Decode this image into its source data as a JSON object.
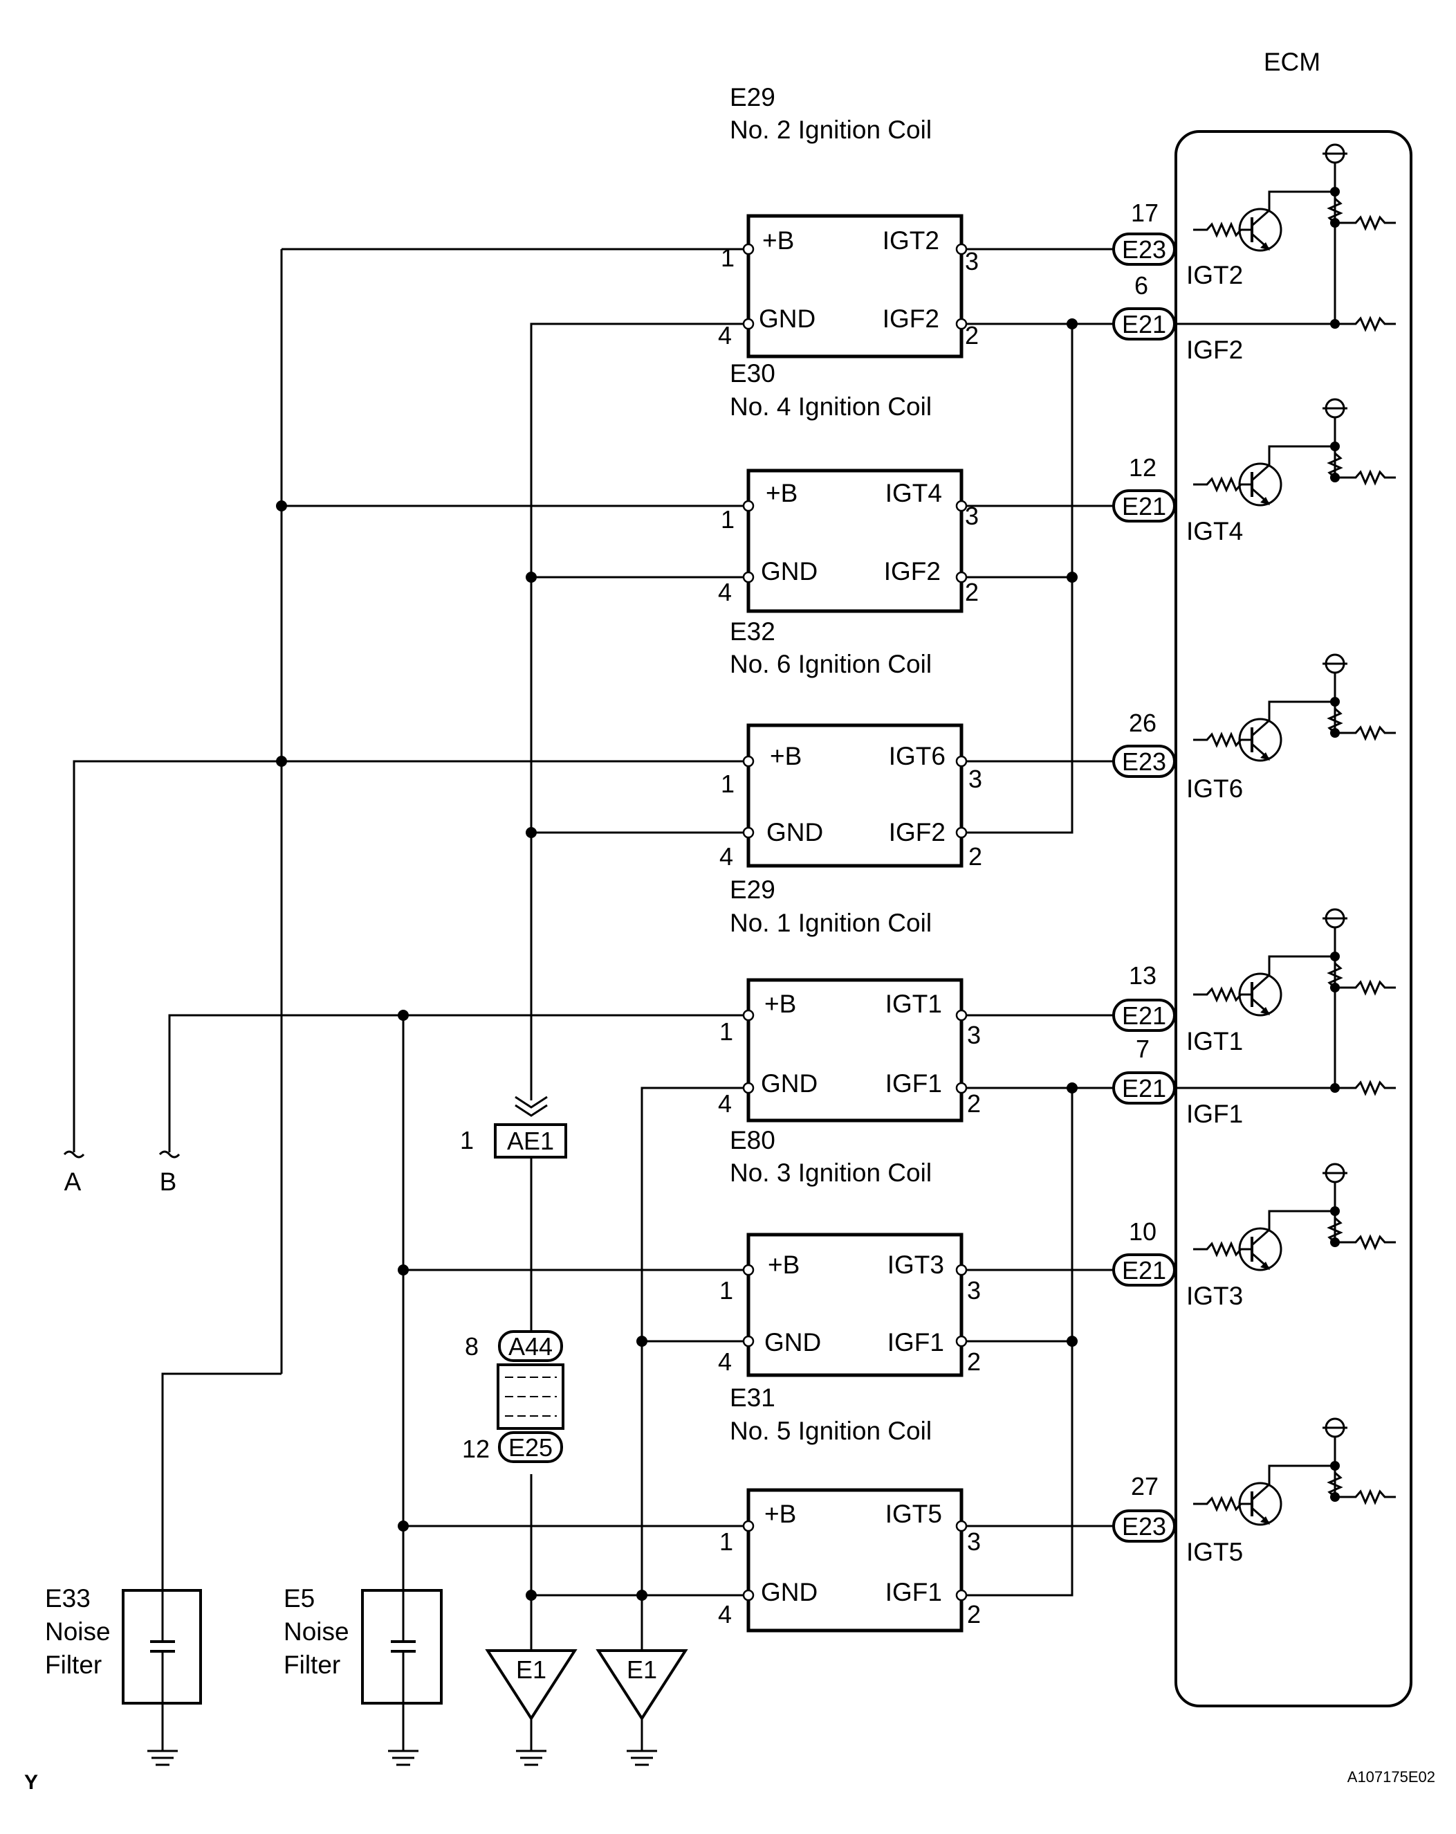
{
  "ecm": {
    "label": "ECM"
  },
  "coils": [
    {
      "code": "E29",
      "name": "No. 2 Ignition Coil",
      "plus_b": "+B",
      "gnd": "GND",
      "igt": "IGT2",
      "igf": "IGF2",
      "pin_b": "1",
      "pin_gnd": "4",
      "pin_igt": "3",
      "pin_igf": "2"
    },
    {
      "code": "E30",
      "name": "No. 4 Ignition Coil",
      "plus_b": "+B",
      "gnd": "GND",
      "igt": "IGT4",
      "igf": "IGF2",
      "pin_b": "1",
      "pin_gnd": "4",
      "pin_igt": "3",
      "pin_igf": "2"
    },
    {
      "code": "E32",
      "name": "No. 6 Ignition Coil",
      "plus_b": "+B",
      "gnd": "GND",
      "igt": "IGT6",
      "igf": "IGF2",
      "pin_b": "1",
      "pin_gnd": "4",
      "pin_igt": "3",
      "pin_igf": "2"
    },
    {
      "code": "E29",
      "name": "No. 1 Ignition Coil",
      "plus_b": "+B",
      "gnd": "GND",
      "igt": "IGT1",
      "igf": "IGF1",
      "pin_b": "1",
      "pin_gnd": "4",
      "pin_igt": "3",
      "pin_igf": "2"
    },
    {
      "code": "E80",
      "name": "No. 3 Ignition Coil",
      "plus_b": "+B",
      "gnd": "GND",
      "igt": "IGT3",
      "igf": "IGF1",
      "pin_b": "1",
      "pin_gnd": "4",
      "pin_igt": "3",
      "pin_igf": "2"
    },
    {
      "code": "E31",
      "name": "No. 5 Ignition Coil",
      "plus_b": "+B",
      "gnd": "GND",
      "igt": "IGT5",
      "igf": "IGF1",
      "pin_b": "1",
      "pin_gnd": "4",
      "pin_igt": "3",
      "pin_igf": "2"
    }
  ],
  "ecm_connectors": [
    {
      "pin": "17",
      "connector": "E23",
      "signal": "IGT2"
    },
    {
      "pin": "6",
      "connector": "E21",
      "signal": "IGF2"
    },
    {
      "pin": "12",
      "connector": "E21",
      "signal": "IGT4"
    },
    {
      "pin": "26",
      "connector": "E23",
      "signal": "IGT6"
    },
    {
      "pin": "13",
      "connector": "E21",
      "signal": "IGT1"
    },
    {
      "pin": "7",
      "connector": "E21",
      "signal": "IGF1"
    },
    {
      "pin": "10",
      "connector": "E21",
      "signal": "IGT3"
    },
    {
      "pin": "27",
      "connector": "E23",
      "signal": "IGT5"
    }
  ],
  "junction": {
    "ae1": {
      "pin": "1",
      "label": "AE1"
    },
    "a44": {
      "pin": "8",
      "label": "A44"
    },
    "e25": {
      "pin": "12",
      "label": "E25"
    }
  },
  "grounds": [
    {
      "label": "E1"
    },
    {
      "label": "E1"
    }
  ],
  "noise_filters": [
    {
      "line1": "E33",
      "line2": "Noise",
      "line3": "Filter"
    },
    {
      "line1": "E5",
      "line2": "Noise",
      "line3": "Filter"
    }
  ],
  "offpage": {
    "a": "A",
    "b": "B"
  },
  "footer": {
    "left": "Y",
    "right": "A107175E02"
  }
}
